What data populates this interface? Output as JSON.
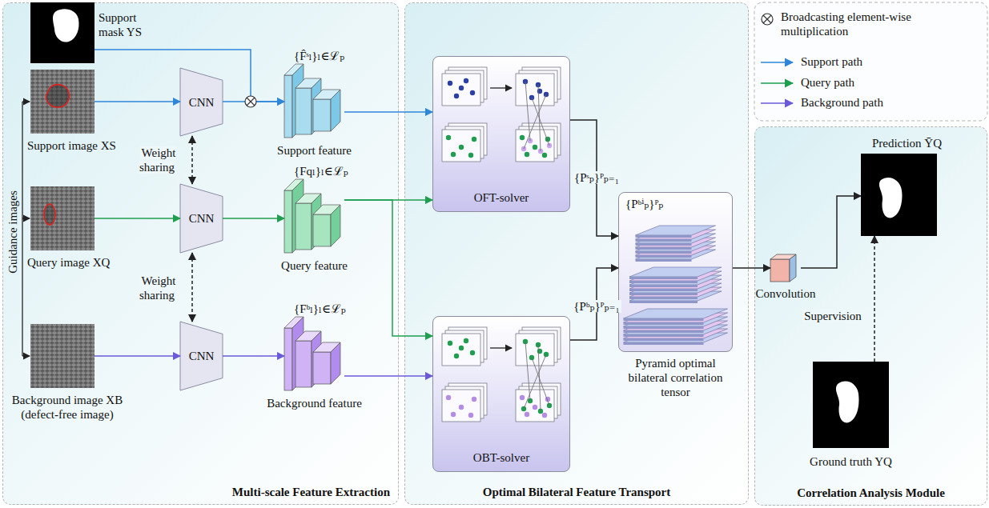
{
  "diagram": {
    "nodes": [
      {
        "text": [
          "Multi-scale Feature Extraction"
        ]
      },
      {
        "text": [
          "Support mask YS"
        ],
        "in": 0
      },
      {
        "text": [
          "Support image XS"
        ],
        "in": 0
      },
      {
        "text": [
          "Query image XQ"
        ],
        "in": 0
      },
      {
        "text": [
          "Background image XB (defect-free image)"
        ],
        "in": 0
      },
      {
        "text": [
          "CNN"
        ],
        "in": 0
      },
      {
        "text": [
          "CNN"
        ],
        "in": 0
      },
      {
        "text": [
          "CNN"
        ],
        "in": 0
      },
      {
        "text": [
          "{F̂ˢₗ}ₗ∈ℒₚ",
          "Support feature"
        ],
        "in": 0
      },
      {
        "text": [
          "{Fqₗ}ₗ∈ℒₚ",
          "Query feature"
        ],
        "in": 0
      },
      {
        "text": [
          "{Fᵇₗ}ₗ∈ℒₚ",
          "Background feature"
        ],
        "in": 0
      },
      {
        "text": [
          "Optimal Bilateral Feature Transport"
        ]
      },
      {
        "text": [
          "OFT-solver"
        ],
        "in": 11
      },
      {
        "text": [
          "OBT-solver"
        ],
        "in": 11
      },
      {
        "text": [
          "{Pᵇⁱₚ}ᴾₚ",
          "Pyramid optimal bilateral correlation tensor"
        ],
        "in": 11
      },
      {
        "text": [
          "Correlation Analysis Module"
        ]
      },
      {
        "text": [
          "Prediction ȲQ"
        ],
        "in": 15
      },
      {
        "text": [
          "Convolution"
        ],
        "in": 15
      },
      {
        "text": [
          "Ground truth YQ"
        ],
        "in": 15
      }
    ],
    "edges": [
      {
        "from": 1,
        "to": 8,
        "arrow": "to"
      },
      {
        "from": 2,
        "to": 5,
        "arrow": "to"
      },
      {
        "from": 5,
        "to": 8,
        "arrow": "to"
      },
      {
        "from": 3,
        "to": 6,
        "arrow": "to"
      },
      {
        "from": 6,
        "to": 9,
        "arrow": "to"
      },
      {
        "from": 4,
        "to": 7,
        "arrow": "to"
      },
      {
        "from": 7,
        "to": 10,
        "arrow": "to"
      },
      {
        "from": 5,
        "to": 6,
        "arrow": "both",
        "label": "Weight sharing"
      },
      {
        "from": 6,
        "to": 7,
        "arrow": "both",
        "label": "Weight sharing"
      },
      {
        "from": 8,
        "to": 12,
        "arrow": "to"
      },
      {
        "from": 9,
        "to": 12,
        "arrow": "to"
      },
      {
        "from": 9,
        "to": 13,
        "arrow": "to"
      },
      {
        "from": 10,
        "to": 13,
        "arrow": "to"
      },
      {
        "from": 12,
        "to": 14,
        "arrow": "to",
        "label": "{Pˢₚ}ᴾₚ₌₁"
      },
      {
        "from": 13,
        "to": 14,
        "arrow": "to",
        "label": "{Pᵇₚ}ᴾₚ₌₁"
      },
      {
        "from": 14,
        "to": 17,
        "arrow": "to"
      },
      {
        "from": 17,
        "to": 16,
        "arrow": "to"
      },
      {
        "from": 18,
        "to": 16,
        "arrow": "to",
        "label": "Supervision"
      }
    ],
    "labels": [
      "Guidance images"
    ],
    "legend": [
      {
        "text": "Broadcasting element-wise multiplication"
      },
      {
        "text": "Support path"
      },
      {
        "text": "Query path"
      },
      {
        "text": "Background path"
      }
    ]
  }
}
